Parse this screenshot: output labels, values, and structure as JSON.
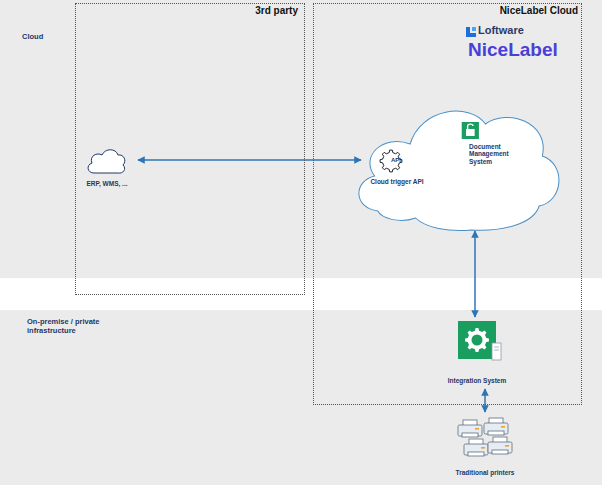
{
  "diagram": {
    "nodes": [
      {
        "text": [
          "Cloud"
        ]
      },
      {
        "text": [
          "On-premise / private infrastructure"
        ]
      },
      {
        "text": [
          "3rd party"
        ]
      },
      {
        "text": [
          "NiceLabel Cloud"
        ]
      },
      {
        "text": [
          "ERP, WMS, ..."
        ],
        "in": 2
      },
      {
        "text": [
          "Document Management System"
        ],
        "in": 3
      },
      {
        "text": [
          "API",
          "Cloud trigger API"
        ],
        "in": 5
      },
      {
        "text": [
          "Integration System"
        ],
        "in": 3
      },
      {
        "text": [
          "Traditional printers"
        ],
        "in": 1
      }
    ],
    "edges": [
      {
        "from": 4,
        "to": 6,
        "arrow": "both"
      },
      {
        "from": 5,
        "to": 7,
        "arrow": "both"
      },
      {
        "from": 7,
        "to": 8,
        "arrow": "both"
      }
    ],
    "labels": [
      "Loftware",
      "NiceLabel"
    ]
  }
}
